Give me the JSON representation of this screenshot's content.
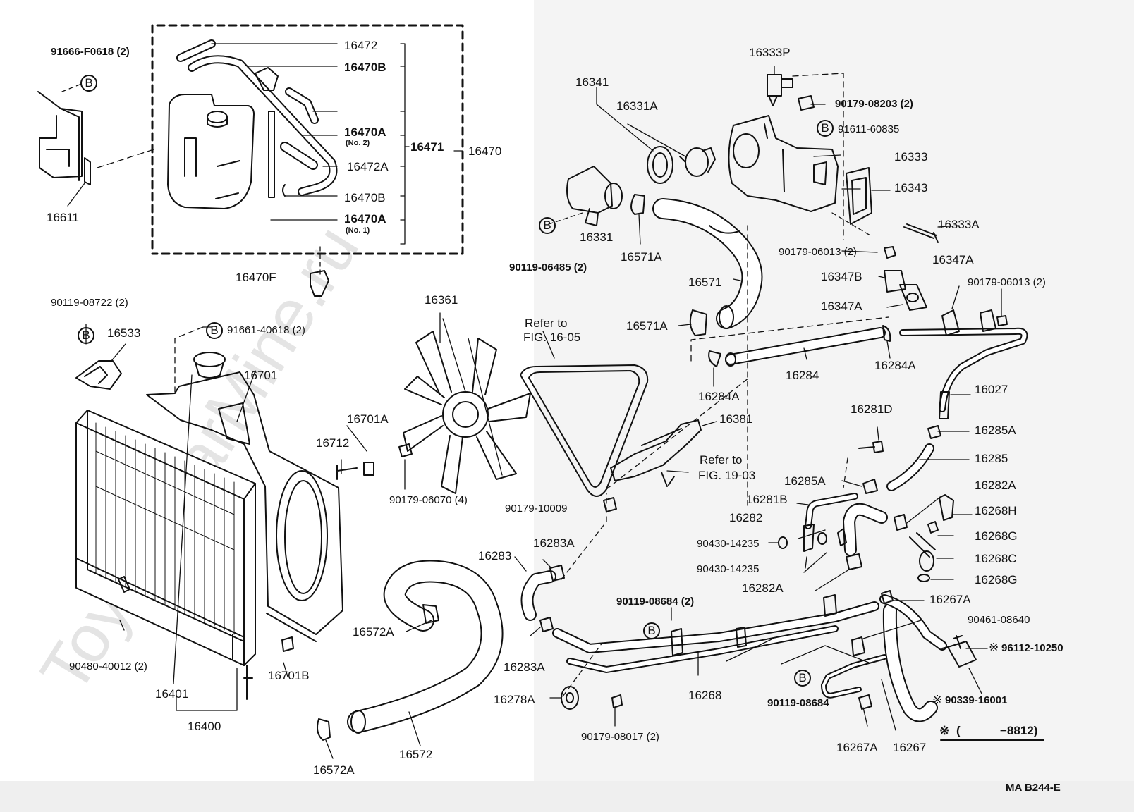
{
  "watermark": "ToyotaCarMine.ru",
  "figure_code": "MA B244-E",
  "marks": {
    "b": "B",
    "star": "※"
  },
  "labels": {
    "p91666": "91666-F0618 (2)",
    "p16611": "16611",
    "p16472": "16472",
    "p16470B_1": "16470B",
    "p16470A_1": "16470A",
    "no2": "(No. 2)",
    "p16471": "16471",
    "p16470": "16470",
    "p16472A": "16472A",
    "p16470B_2": "16470B",
    "p16470A_2": "16470A",
    "no1": "(No. 1)",
    "p16470F": "16470F",
    "p90119_08722": "90119-08722 (2)",
    "p16533": "16533",
    "p91661": "91661-40618 (2)",
    "p16701": "16701",
    "p16361": "16361",
    "p16701A": "16701A",
    "p16712": "16712",
    "p90179_06070": "90179-06070 (4)",
    "p90480": "90480-40012 (2)",
    "p16701B": "16701B",
    "p16401": "16401",
    "p16400": "16400",
    "p16572A_1": "16572A",
    "p16572A_2": "16572A",
    "p16572": "16572",
    "p16341": "16341",
    "p16331A": "16331A",
    "p16333P": "16333P",
    "p90179_08203": "90179-08203 (2)",
    "p91611": "91611-60835",
    "p16333": "16333",
    "p16343": "16343",
    "p16333A": "16333A",
    "p90119_06485": "90119-06485 (2)",
    "p16331": "16331",
    "p16571A_1": "16571A",
    "p16571": "16571",
    "p16571A_2": "16571A",
    "p90179_06013a": "90179-06013 (2)",
    "p16347B": "16347B",
    "p16347A_1": "16347A",
    "p16347A_2": "16347A",
    "p90179_06013b": "90179-06013 (2)",
    "refer1a": "Refer to",
    "refer1b": "FIG. 16-05",
    "p16284": "16284",
    "p16284A_1": "16284A",
    "p16284A_2": "16284A",
    "p16027": "16027",
    "p16381": "16381",
    "refer2a": "Refer to",
    "refer2b": "FIG. 19-03",
    "p16281D": "16281D",
    "p16285A_1": "16285A",
    "p16285": "16285",
    "p16285A_2": "16285A",
    "p16282A_1": "16282A",
    "p90179_10009": "90179-10009",
    "p16281B": "16281B",
    "p16282": "16282",
    "p16268H": "16268H",
    "p16268G_1": "16268G",
    "p16268C": "16268C",
    "p16268G_2": "16268G",
    "p16283A_1": "16283A",
    "p16283": "16283",
    "p90430_a": "90430-14235",
    "p90430_b": "90430-14235",
    "p16282A_2": "16282A",
    "p16267A_1": "16267A",
    "p90119_08684a": "90119-08684 (2)",
    "p90461": "90461-08640",
    "p96112": "96112-10250",
    "p16283A_2": "16283A",
    "p16278A": "16278A",
    "p16268": "16268",
    "p90119_08684b": "90119-08684",
    "p90339": "90339-16001",
    "p90179_08017": "90179-08017 (2)",
    "p16267A_2": "16267A",
    "p16267": "16267",
    "range_open": "(",
    "range_close": "−8812)"
  }
}
